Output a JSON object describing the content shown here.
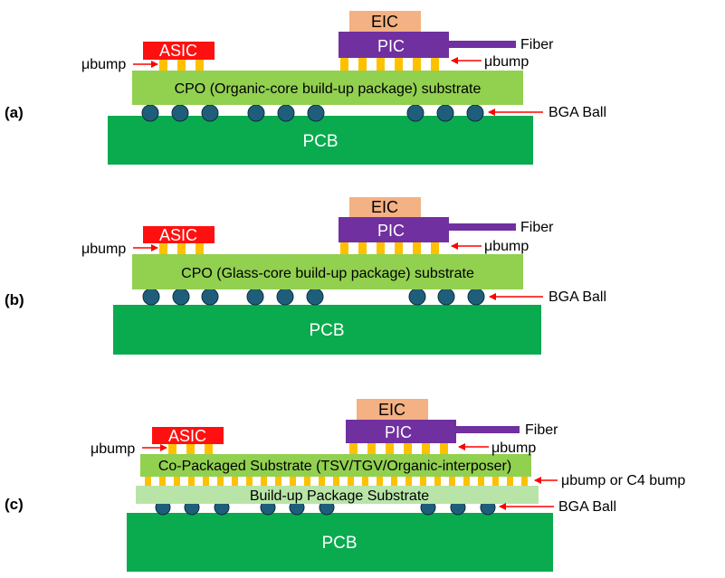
{
  "colors": {
    "pcb": "#0aab4e",
    "substrate": "#92d050",
    "buildup_light": "#b8e4a8",
    "asic": "#ff1010",
    "pic": "#7030a0",
    "eic": "#f4b183",
    "bump": "#ffc000",
    "ball": "#1f5e7a",
    "arrow": "#ff0000"
  },
  "panels": [
    {
      "label": "(a)",
      "substrate_text": "CPO (Organic-core build-up package) substrate",
      "pcb_text": "PCB",
      "asic_text": "ASIC",
      "pic_text": "PIC",
      "eic_text": "EIC",
      "fiber_text": "Fiber",
      "ubump_left_text": "μbump",
      "ubump_right_text": "μbump",
      "bga_text": "BGA Ball"
    },
    {
      "label": "(b)",
      "substrate_text": "CPO (Glass-core build-up package) substrate",
      "pcb_text": "PCB",
      "asic_text": "ASIC",
      "pic_text": "PIC",
      "eic_text": "EIC",
      "fiber_text": "Fiber",
      "ubump_left_text": "μbump",
      "ubump_right_text": "μbump",
      "bga_text": "BGA Ball"
    },
    {
      "label": "(c)",
      "substrate_text": "Co-Packaged Substrate (TSV/TGV/Organic-interposer)",
      "buildup_text": "Build-up Package Substrate",
      "pcb_text": "PCB",
      "asic_text": "ASIC",
      "pic_text": "PIC",
      "eic_text": "EIC",
      "fiber_text": "Fiber",
      "ubump_left_text": "μbump",
      "ubump_right_text": "μbump",
      "c4_text": "μbump or C4 bump",
      "bga_text": "BGA Ball"
    }
  ]
}
